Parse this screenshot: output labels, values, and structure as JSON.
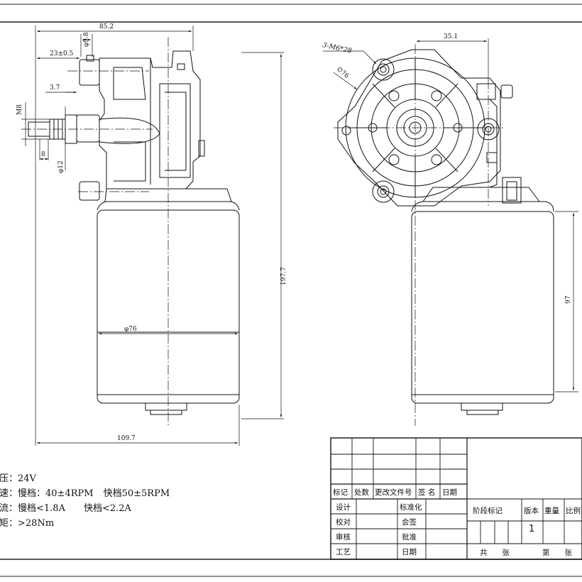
{
  "side_view": {
    "dims": {
      "overall_width": "85.2",
      "shaft_dia": "φ9.8",
      "offset": "23±0.5",
      "step": "3.7",
      "thread": "M8",
      "stub_len": "8",
      "stub_dia": "φ12",
      "motor_dia": "φ76",
      "total_height": "197.7",
      "base_width": "109.7"
    }
  },
  "front_view": {
    "dims": {
      "center_offset": "35.1",
      "holes": "3-M6*28",
      "pcd": "∅76",
      "can_height": "97"
    }
  },
  "specs": [
    {
      "label": "电压：",
      "value": "24V",
      "extra": ""
    },
    {
      "label": "转速：",
      "value": "慢档：40±4RPM",
      "extra": "快档50±5RPM"
    },
    {
      "label": "电流：",
      "value": "慢档<1.8A",
      "extra": "快档<2.2A"
    },
    {
      "label": "扭矩：",
      "value": ">28Nm",
      "extra": ""
    }
  ],
  "title_block": {
    "header": [
      "标记",
      "处数",
      "更改文件号",
      "签 名",
      "日期"
    ],
    "rows": [
      [
        "设计",
        "标准化"
      ],
      [
        "校对",
        "会签"
      ],
      [
        "审核",
        "批准"
      ],
      [
        "工艺",
        "日期"
      ]
    ],
    "stage_mark": "阶段标记",
    "version": "版本",
    "weight": "重量",
    "scale": "比例",
    "version_value": "1",
    "sheet_total": "共　　张",
    "sheet_num": "第　　张"
  }
}
